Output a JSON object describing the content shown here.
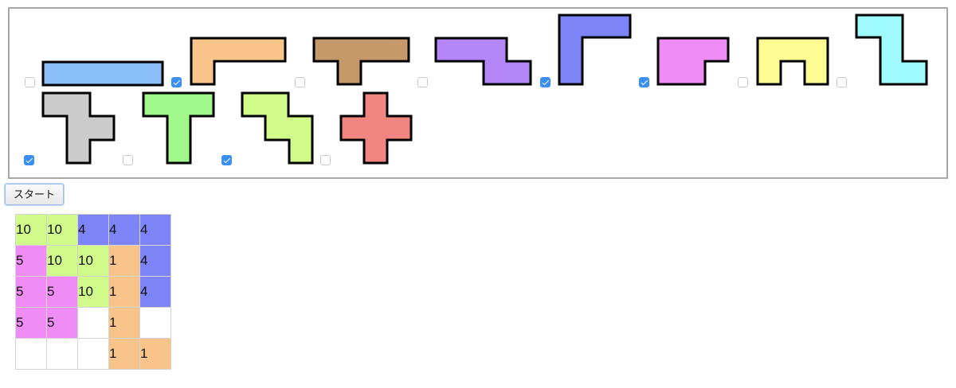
{
  "pieces": [
    {
      "id": 1,
      "name": "I",
      "color": "#8bbff9",
      "checked": false
    },
    {
      "id": 2,
      "name": "L",
      "color": "#f9c48a",
      "checked": true
    },
    {
      "id": 3,
      "name": "Y",
      "color": "#c6996a",
      "checked": false
    },
    {
      "id": 4,
      "name": "N",
      "color": "#b586f7",
      "checked": false
    },
    {
      "id": 5,
      "name": "V",
      "color": "#7c84f7",
      "checked": true
    },
    {
      "id": 6,
      "name": "P",
      "color": "#f08cf5",
      "checked": true
    },
    {
      "id": 7,
      "name": "U",
      "color": "#fefb92",
      "checked": false
    },
    {
      "id": 8,
      "name": "Z",
      "color": "#a0fbfc",
      "checked": false
    },
    {
      "id": 9,
      "name": "F",
      "color": "#cccccc",
      "checked": true
    },
    {
      "id": 10,
      "name": "T",
      "color": "#a0f98a",
      "checked": false
    },
    {
      "id": 11,
      "name": "W",
      "color": "#d0fb8a",
      "checked": true
    },
    {
      "id": 12,
      "name": "X",
      "color": "#f08582",
      "checked": false
    }
  ],
  "start_button": {
    "label": "スタート"
  },
  "board": {
    "rows": [
      [
        {
          "v": "10",
          "c": "#d0fb8a"
        },
        {
          "v": "10",
          "c": "#d0fb8a"
        },
        {
          "v": "4",
          "c": "#7c84f7"
        },
        {
          "v": "4",
          "c": "#7c84f7"
        },
        {
          "v": "4",
          "c": "#7c84f7"
        }
      ],
      [
        {
          "v": "5",
          "c": "#f08cf5"
        },
        {
          "v": "10",
          "c": "#d0fb8a"
        },
        {
          "v": "10",
          "c": "#d0fb8a"
        },
        {
          "v": "1",
          "c": "#f9c48a"
        },
        {
          "v": "4",
          "c": "#7c84f7"
        }
      ],
      [
        {
          "v": "5",
          "c": "#f08cf5"
        },
        {
          "v": "5",
          "c": "#f08cf5"
        },
        {
          "v": "10",
          "c": "#d0fb8a"
        },
        {
          "v": "1",
          "c": "#f9c48a"
        },
        {
          "v": "4",
          "c": "#7c84f7"
        }
      ],
      [
        {
          "v": "5",
          "c": "#f08cf5"
        },
        {
          "v": "5",
          "c": "#f08cf5"
        },
        {
          "v": "",
          "c": "#ffffff"
        },
        {
          "v": "1",
          "c": "#f9c48a"
        },
        {
          "v": "",
          "c": "#ffffff"
        }
      ],
      [
        {
          "v": "",
          "c": "#ffffff"
        },
        {
          "v": "",
          "c": "#ffffff"
        },
        {
          "v": "",
          "c": "#ffffff"
        },
        {
          "v": "1",
          "c": "#f9c48a"
        },
        {
          "v": "1",
          "c": "#f9c48a"
        }
      ]
    ]
  }
}
